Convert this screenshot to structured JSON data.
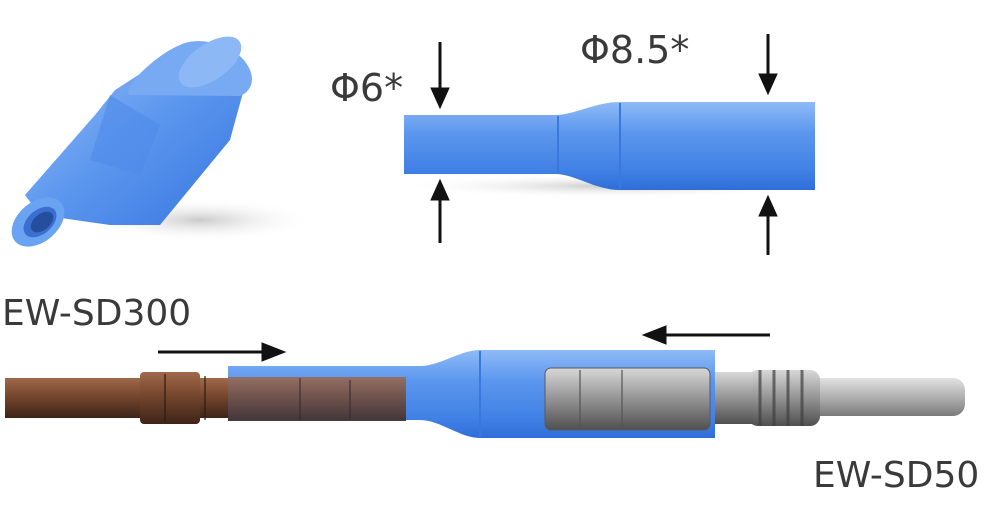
{
  "labels": {
    "diameter_small": "Φ6*",
    "diameter_large": "Φ8.5*",
    "left_part": "EW-SD300",
    "right_part": "EW-SD50"
  },
  "colors": {
    "sleeve_blue": "#5c97ee",
    "copper_brown": "#6b3f2a",
    "connector_gray": "#8e8e8e",
    "arrow_black": "#111111",
    "text_gray": "#3a3a3a"
  },
  "icons": [
    "sleeve-3d-icon",
    "arrow-down-icon",
    "arrow-up-icon",
    "arrow-right-icon",
    "arrow-left-icon"
  ]
}
